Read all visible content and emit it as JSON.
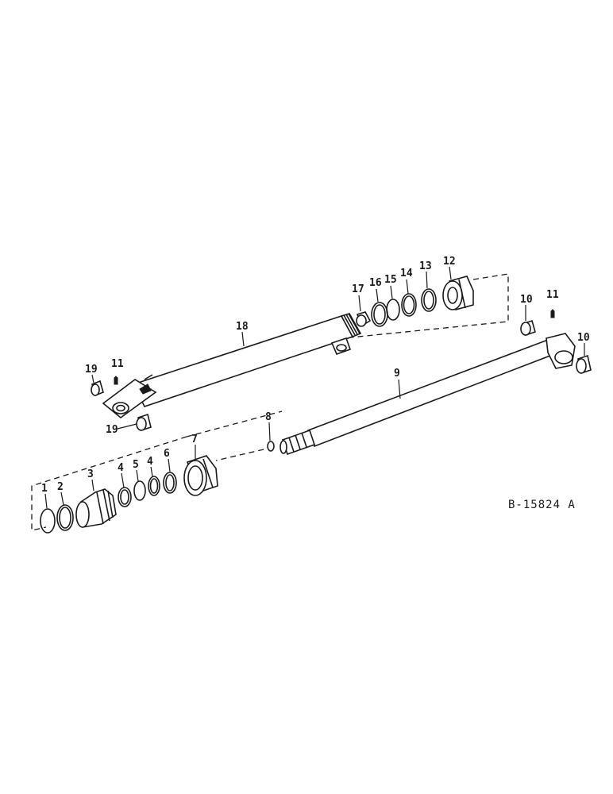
{
  "drawing_code": "B-15824 A",
  "callouts": {
    "c1": "1",
    "c2": "2",
    "c3": "3",
    "c4a": "4",
    "c5": "5",
    "c4b": "4",
    "c6": "6",
    "c7": "7",
    "c8": "8",
    "c9": "9",
    "c10a": "10",
    "c10b": "10",
    "c11a": "11",
    "c11b": "11",
    "c12": "12",
    "c13": "13",
    "c14": "14",
    "c15": "15",
    "c16": "16",
    "c17": "17",
    "c18": "18",
    "c19a": "19",
    "c19b": "19"
  }
}
